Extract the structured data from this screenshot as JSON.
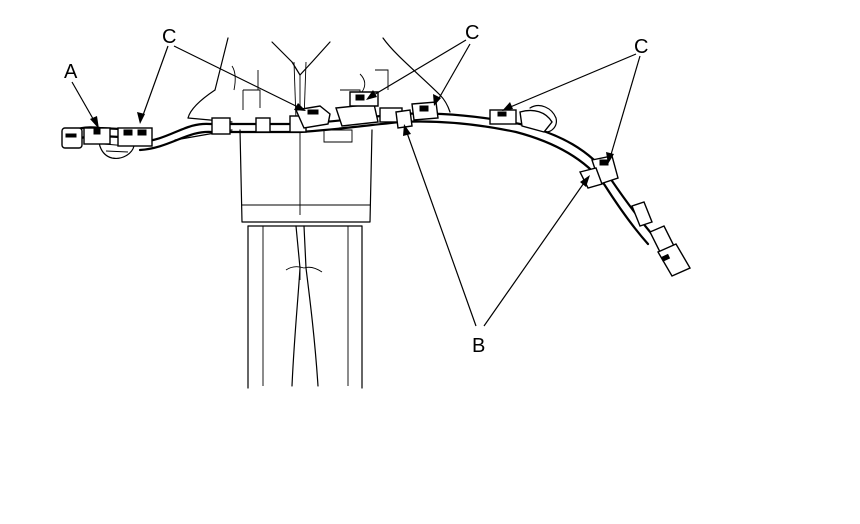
{
  "diagram": {
    "labels": {
      "a": "A",
      "b": "B",
      "c_left": "C",
      "c_middle": "C",
      "c_right": "C"
    }
  }
}
